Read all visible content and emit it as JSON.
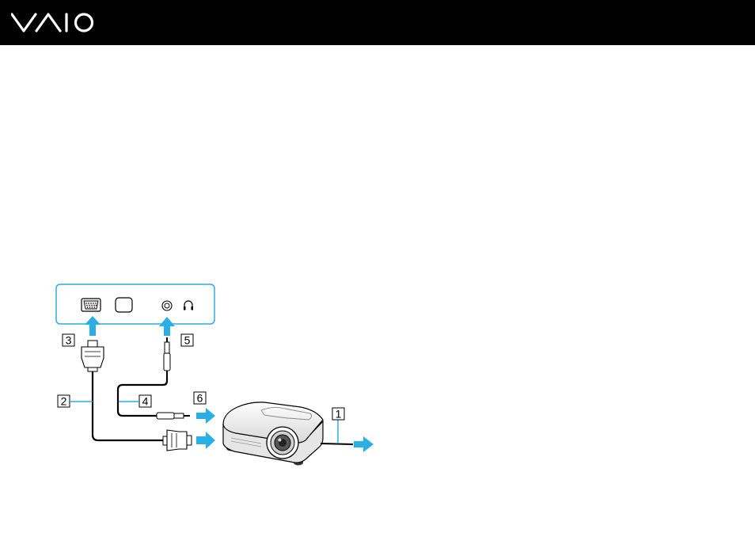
{
  "header": {
    "logo_icon": "vaio-logo-icon",
    "background_color": "#000000"
  },
  "colors": {
    "panel_outline": "#29aee6",
    "arrow": "#29aee6",
    "cable": "#000000",
    "projector_body": "#ffffff"
  },
  "diagram": {
    "callouts": [
      {
        "id": "callout-1",
        "label": "1"
      },
      {
        "id": "callout-2",
        "label": "2"
      },
      {
        "id": "callout-3",
        "label": "3"
      },
      {
        "id": "callout-4",
        "label": "4"
      },
      {
        "id": "callout-5",
        "label": "5"
      },
      {
        "id": "callout-6",
        "label": "6"
      }
    ],
    "icons": [
      "monitor-port-icon",
      "hdmi-port-icon",
      "mic-jack-icon",
      "headphones-icon",
      "projector-icon",
      "vga-cable-connector-icon",
      "audio-plug-icon"
    ]
  }
}
